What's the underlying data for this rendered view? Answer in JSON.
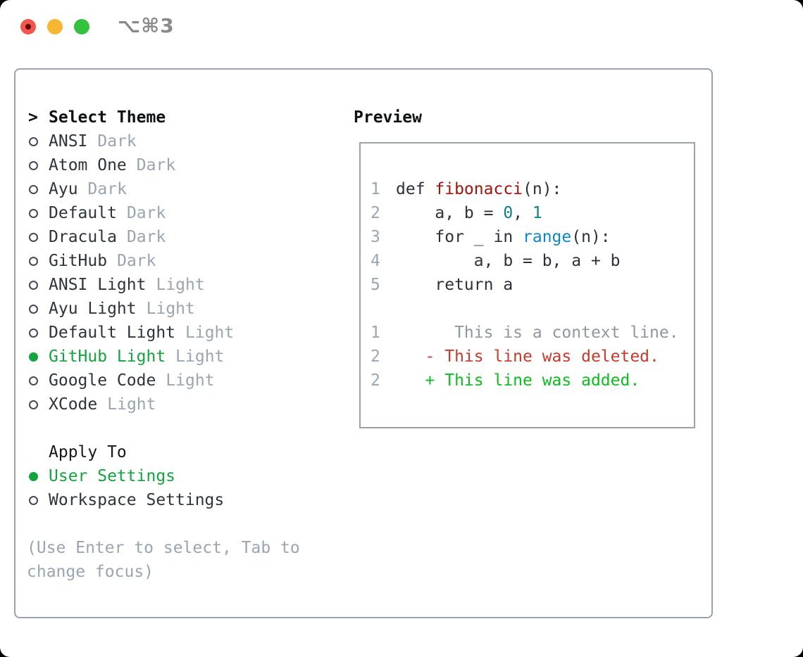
{
  "window": {
    "title": "⌥⌘3"
  },
  "titlebar": {
    "buttons": [
      "close",
      "minimize",
      "zoom"
    ]
  },
  "theme_panel": {
    "header_marker": ">",
    "header": "Select Theme",
    "themes": [
      {
        "name": "ANSI",
        "variant": "Dark",
        "selected": false
      },
      {
        "name": "Atom One",
        "variant": "Dark",
        "selected": false
      },
      {
        "name": "Ayu",
        "variant": "Dark",
        "selected": false
      },
      {
        "name": "Default",
        "variant": "Dark",
        "selected": false
      },
      {
        "name": "Dracula",
        "variant": "Dark",
        "selected": false
      },
      {
        "name": "GitHub",
        "variant": "Dark",
        "selected": false
      },
      {
        "name": "ANSI Light",
        "variant": "Light",
        "selected": false
      },
      {
        "name": "Ayu Light",
        "variant": "Light",
        "selected": false
      },
      {
        "name": "Default Light",
        "variant": "Light",
        "selected": false
      },
      {
        "name": "GitHub Light",
        "variant": "Light",
        "selected": true
      },
      {
        "name": "Google Code",
        "variant": "Light",
        "selected": false
      },
      {
        "name": "XCode",
        "variant": "Light",
        "selected": false
      }
    ],
    "apply_to": {
      "header": "Apply To",
      "options": [
        {
          "name": "User Settings",
          "selected": true
        },
        {
          "name": "Workspace Settings",
          "selected": false
        }
      ]
    },
    "help_lines": [
      "(Use Enter to select, Tab to",
      "change focus)"
    ]
  },
  "preview": {
    "header": "Preview",
    "lines": [
      {
        "num": "1",
        "tokens": [
          {
            "text": "def ",
            "color": "text"
          },
          {
            "text": "fibonacci",
            "color": "function"
          },
          {
            "text": "(n):",
            "color": "text"
          }
        ]
      },
      {
        "num": "2",
        "tokens": [
          {
            "text": "    a, b = ",
            "color": "text"
          },
          {
            "text": "0",
            "color": "number"
          },
          {
            "text": ", ",
            "color": "text"
          },
          {
            "text": "1",
            "color": "number"
          }
        ]
      },
      {
        "num": "3",
        "tokens": [
          {
            "text": "    for _ in ",
            "color": "text"
          },
          {
            "text": "range",
            "color": "builtin"
          },
          {
            "text": "(n):",
            "color": "text"
          }
        ]
      },
      {
        "num": "4",
        "tokens": [
          {
            "text": "        a, b = b, a + b",
            "color": "text"
          }
        ]
      },
      {
        "num": "5",
        "tokens": [
          {
            "text": "    return a",
            "color": "text"
          }
        ]
      },
      {
        "num": "",
        "tokens": []
      },
      {
        "num": "1",
        "tokens": [
          {
            "text": "      This is a context line.",
            "color": "context"
          }
        ]
      },
      {
        "num": "2",
        "tokens": [
          {
            "text": "   - This line was deleted.",
            "color": "deleted"
          }
        ]
      },
      {
        "num": "2",
        "tokens": [
          {
            "text": "   + This line was added.",
            "color": "added"
          }
        ]
      }
    ]
  },
  "colors": {
    "selection_green": "#13a33f",
    "diff_added": "#0bbd1d",
    "diff_deleted": "#c53a2a",
    "function_red": "#a41309",
    "builtin_blue": "#0e87c3",
    "number_teal": "#0b8085",
    "muted_gray": "#9aa5b2",
    "border_gray": "#9aa2ad",
    "traffic_red": "#f2564d",
    "traffic_yellow": "#f5b731",
    "traffic_green": "#33c13e"
  }
}
